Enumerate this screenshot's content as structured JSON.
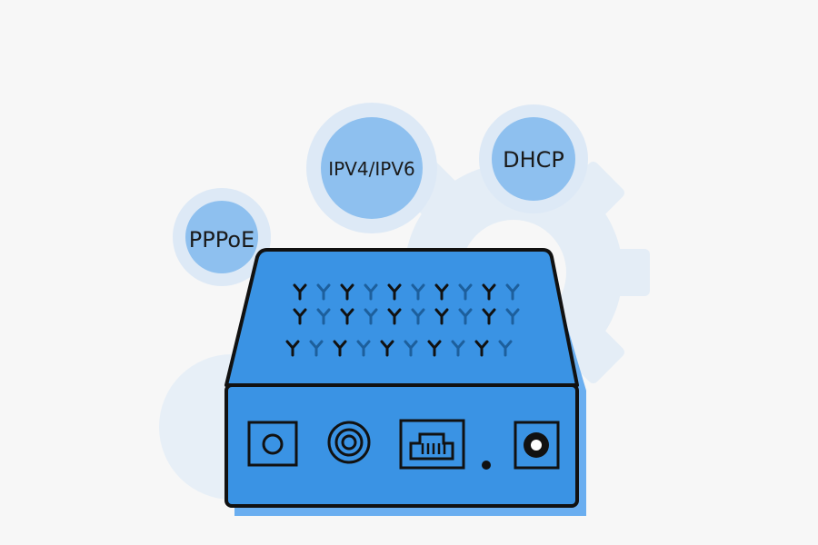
{
  "protocols": {
    "pppoe": "PPPoE",
    "ipv4_ipv6": "IPV4/IPV6",
    "dhcp": "DHCP"
  },
  "colors": {
    "background": "#f7f7f7",
    "device_blue": "#3a93e4",
    "device_shadow": "#6aaef0",
    "bubble_inner": "#8ec0ef",
    "bubble_outer": "#dde9f6",
    "gear": "#e4edf6",
    "outline": "#111111",
    "vent_dark": "#111111",
    "vent_light": "#1d5f9c"
  },
  "icons": {
    "gear": "gear-icon",
    "vent": "vent-y-icon",
    "port_reset": "square-button-icon",
    "port_coax": "coax-port-icon",
    "port_ethernet": "ethernet-port-icon",
    "led": "led-icon",
    "port_power": "power-jack-icon"
  }
}
